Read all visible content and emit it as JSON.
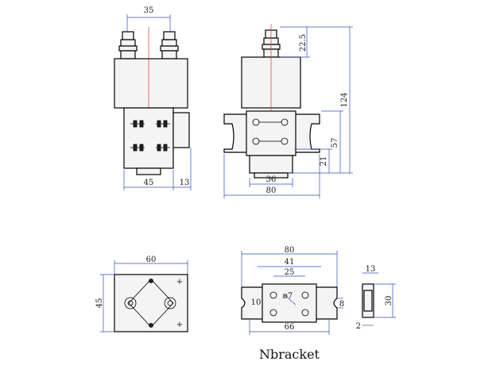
{
  "diagram": {
    "caption": "Nbracket",
    "dimensions": {
      "terminal_spacing": "35",
      "terminal_height": "22.5",
      "total_height": "124",
      "bracket_height": "57",
      "base_height": "21",
      "front_width": "45",
      "front_offset": "13",
      "side_base_width": "36",
      "side_total_width": "80",
      "top_width": "60",
      "top_depth": "45",
      "bracket_total": "80",
      "bracket_holes": "41",
      "bracket_inner": "25",
      "bracket_slot": "10",
      "bracket_hole_dia": "ø7",
      "bracket_flange": "8",
      "bracket_pitch": "66",
      "bracket_thickness": "13",
      "bracket_depth": "30",
      "bracket_lip": "2"
    }
  }
}
